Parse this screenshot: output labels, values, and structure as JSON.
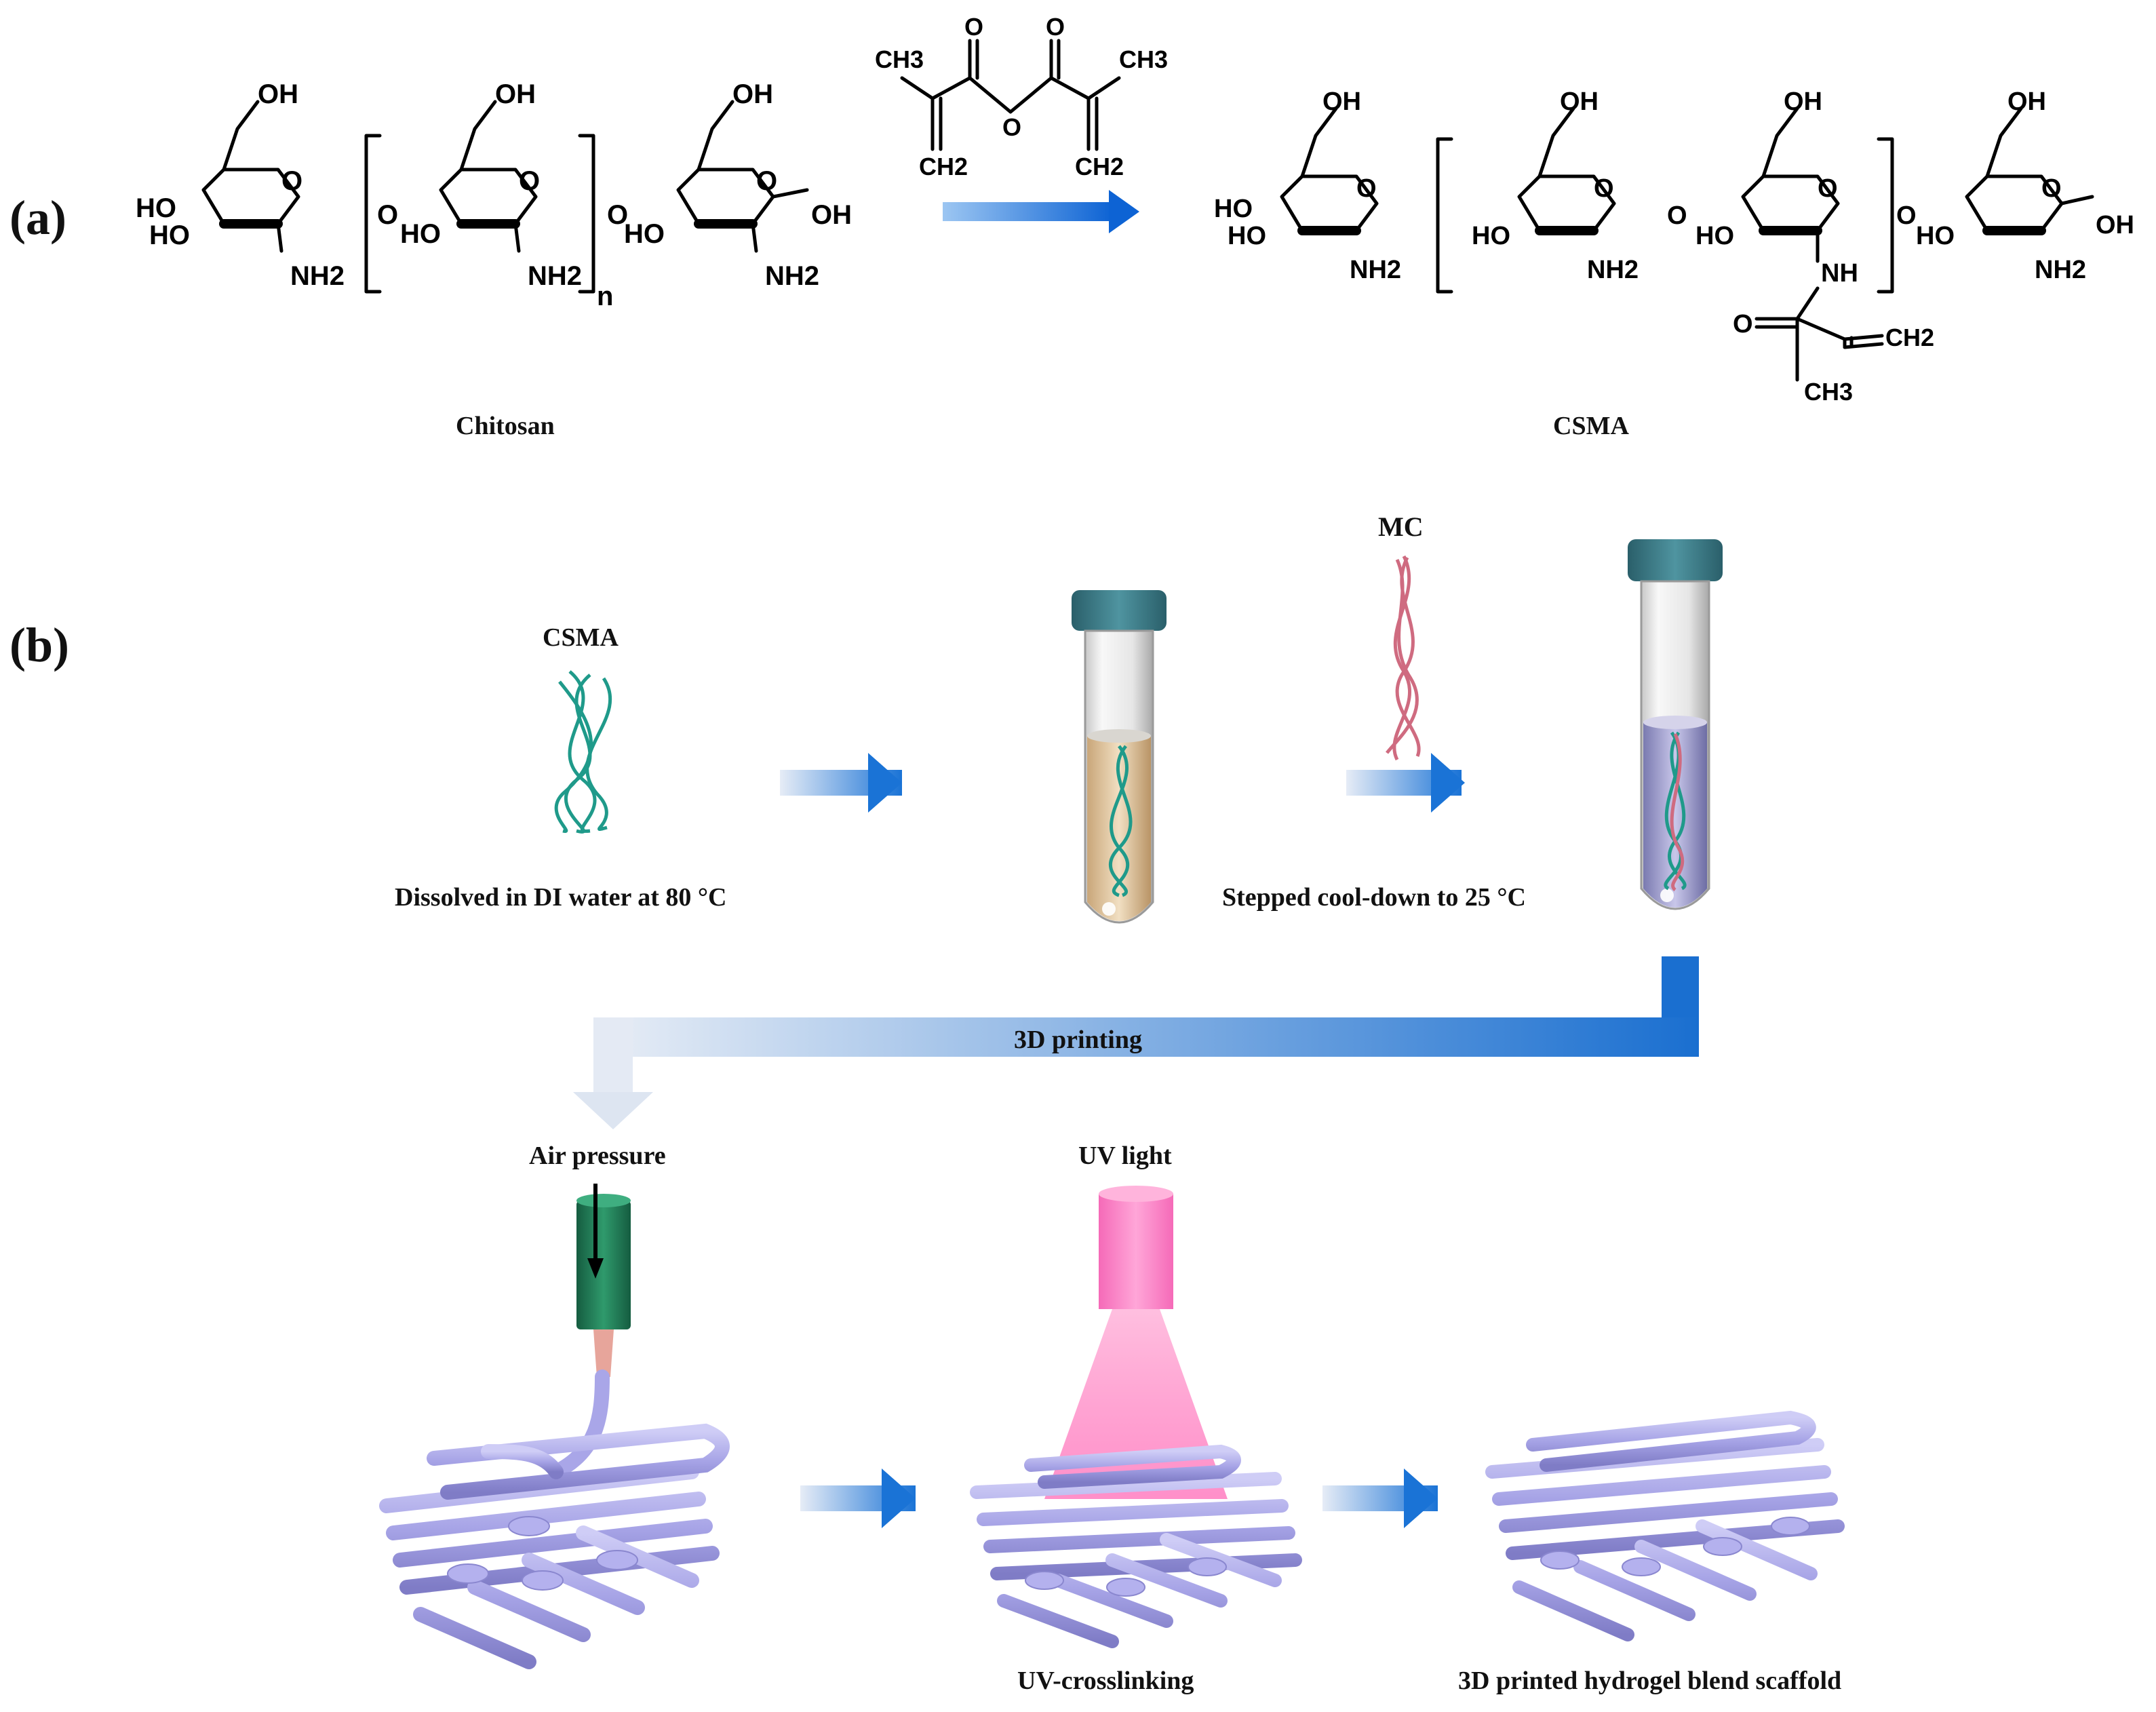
{
  "panel_a": {
    "label": "(a)",
    "reagent": {
      "ch3_left": "CH3",
      "ch3_right": "CH3",
      "o_left": "O",
      "o_right": "O",
      "o_bridge": "O",
      "ch2_left": "CH2",
      "ch2_right": "CH2"
    },
    "chitosan": {
      "name": "Chitosan",
      "oh": "OH",
      "ho": "HO",
      "nh2": "NH2",
      "o": "O",
      "n": "n"
    },
    "csma": {
      "name": "CSMA",
      "nh": "NH",
      "o": "O",
      "ch2": "CH2",
      "ch3": "CH3"
    }
  },
  "panel_b": {
    "label": "(b)",
    "csma_label": "CSMA",
    "step1": "Dissolved in DI water at 80 °C",
    "mc_label": "MC",
    "step2": "Stepped cool-down to 25 °C",
    "print_label": "3D printing",
    "air_label": "Air pressure",
    "uv_label": "UV light",
    "uv_step": "UV-crosslinking",
    "final_label": "3D printed hydrogel blend scaffold"
  },
  "colors": {
    "arrow_blue": "#1a73d6",
    "cap": "#3a7a86",
    "strand_green": "#1f9a8a",
    "strand_pink": "#cf6b80",
    "scaffold": "#a9a6e8",
    "uv_pink": "#ff8ac8",
    "nozzle_green": "#1f7a55"
  }
}
